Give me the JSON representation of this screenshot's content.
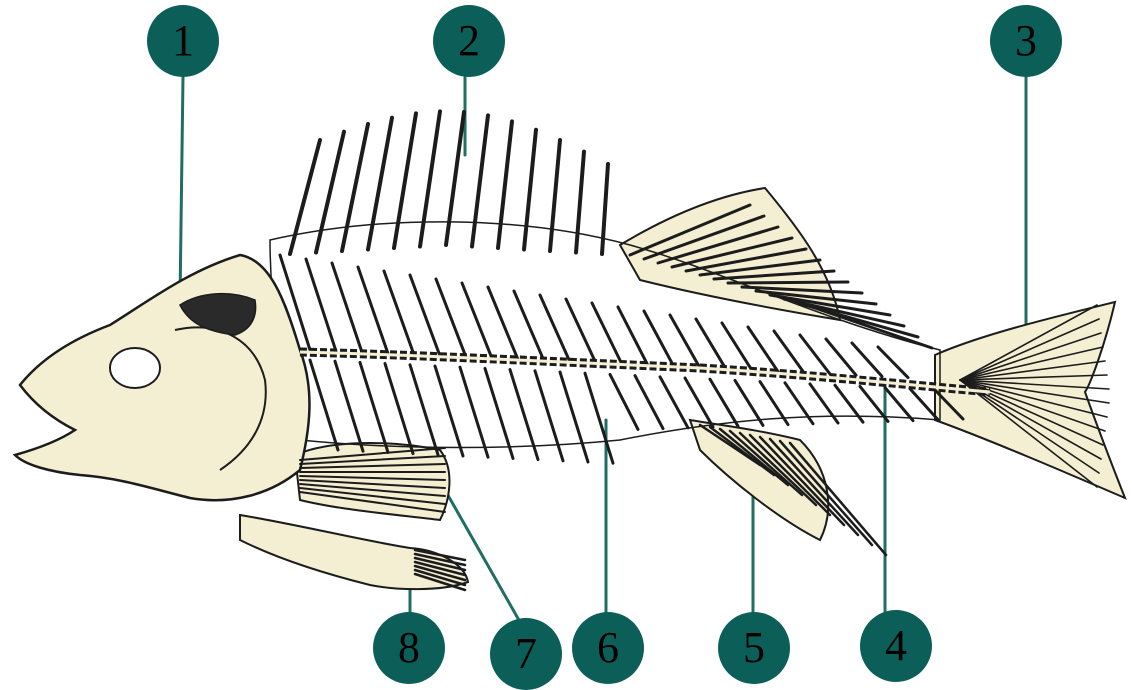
{
  "diagram": {
    "background_color": "#ffffff",
    "bone_fill": "#f4efd3",
    "bone_stroke": "#1c1c1c",
    "marker_color": "#0c5f58",
    "leader_line_color": "#1f6e63",
    "subject": "perch-skeleton-illustration",
    "markers": [
      {
        "id": "m1",
        "label": "1"
      },
      {
        "id": "m2",
        "label": "2"
      },
      {
        "id": "m3",
        "label": "3"
      },
      {
        "id": "m4",
        "label": "4"
      },
      {
        "id": "m5",
        "label": "5"
      },
      {
        "id": "m6",
        "label": "6"
      },
      {
        "id": "m7",
        "label": "7"
      },
      {
        "id": "m8",
        "label": "8"
      }
    ]
  }
}
